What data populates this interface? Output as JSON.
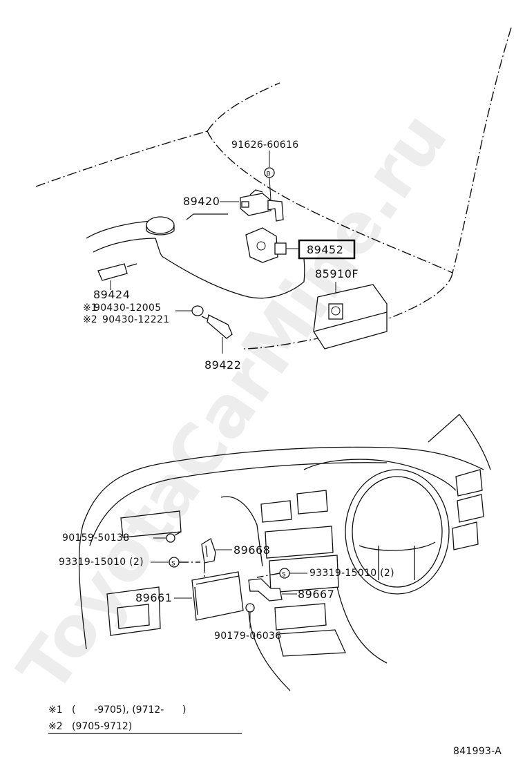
{
  "watermark": "ToyotaCarMine.ru",
  "callouts": {
    "p91626": "91626-60616",
    "p89420": "89420",
    "p89452": "89452",
    "p85910F": "85910F",
    "p89424": "89424",
    "p90430a_mark": "※1",
    "p90430a": "90430-12005",
    "p90430b_mark": "※2",
    "p90430b": "90430-12221",
    "p89422": "89422",
    "p90159": "90159-50138",
    "p89668": "89668",
    "p93319_left": "93319-15010 (2)",
    "p93319_right": "93319-15010 (2)",
    "p89661": "89661",
    "p89667": "89667",
    "p90179": "90179-06036"
  },
  "markers": {
    "bolt_b": "B",
    "screw_s": "S"
  },
  "notes": [
    {
      "mark": "※1",
      "text": "(      -9705), (9712-      )"
    },
    {
      "mark": "※2",
      "text": "(9705-9712)"
    }
  ],
  "drawing_id": "841993-A"
}
